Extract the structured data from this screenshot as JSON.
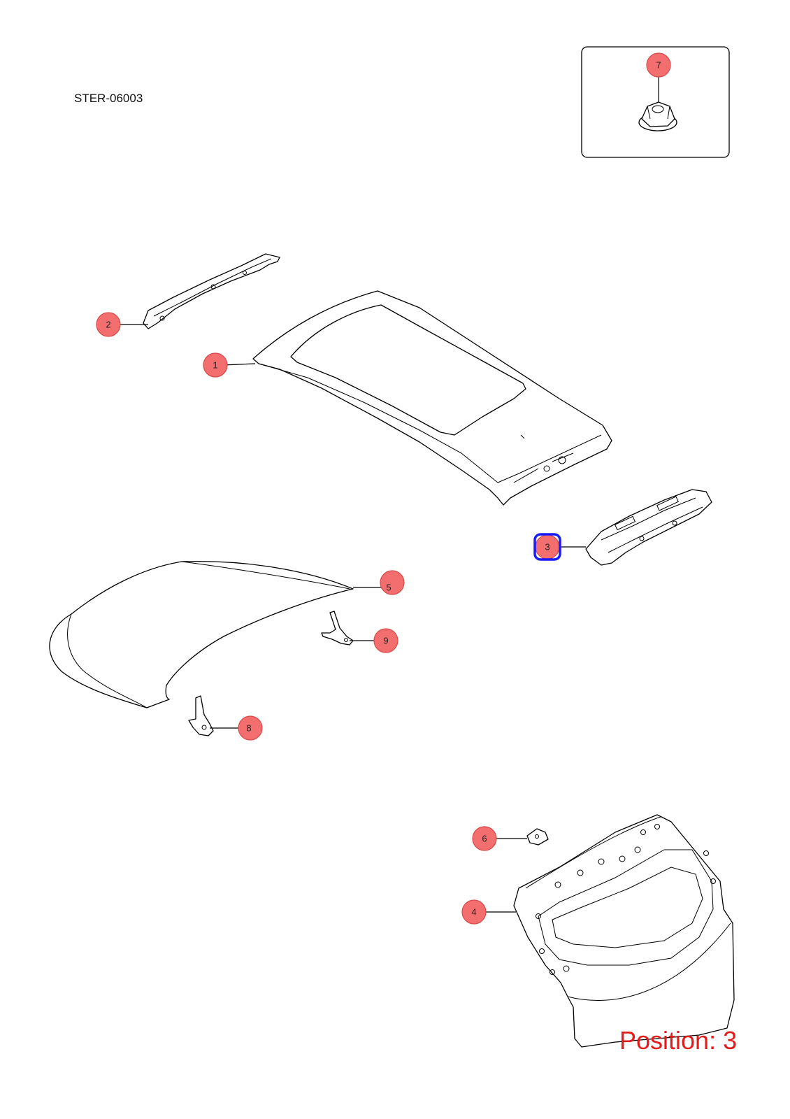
{
  "drawing_code": "STER-06003",
  "position_label": "Position: 3",
  "selected_position": "3",
  "callouts": [
    {
      "label": "1"
    },
    {
      "label": "2"
    },
    {
      "label": "3"
    },
    {
      "label": "4"
    },
    {
      "label": "5"
    },
    {
      "label": "6"
    },
    {
      "label": "7"
    },
    {
      "label": "8"
    },
    {
      "label": "9"
    }
  ],
  "colors": {
    "callout_fill": "#f36f6f",
    "selection_outline": "#1a1aff",
    "position_text": "#e31b1b"
  }
}
